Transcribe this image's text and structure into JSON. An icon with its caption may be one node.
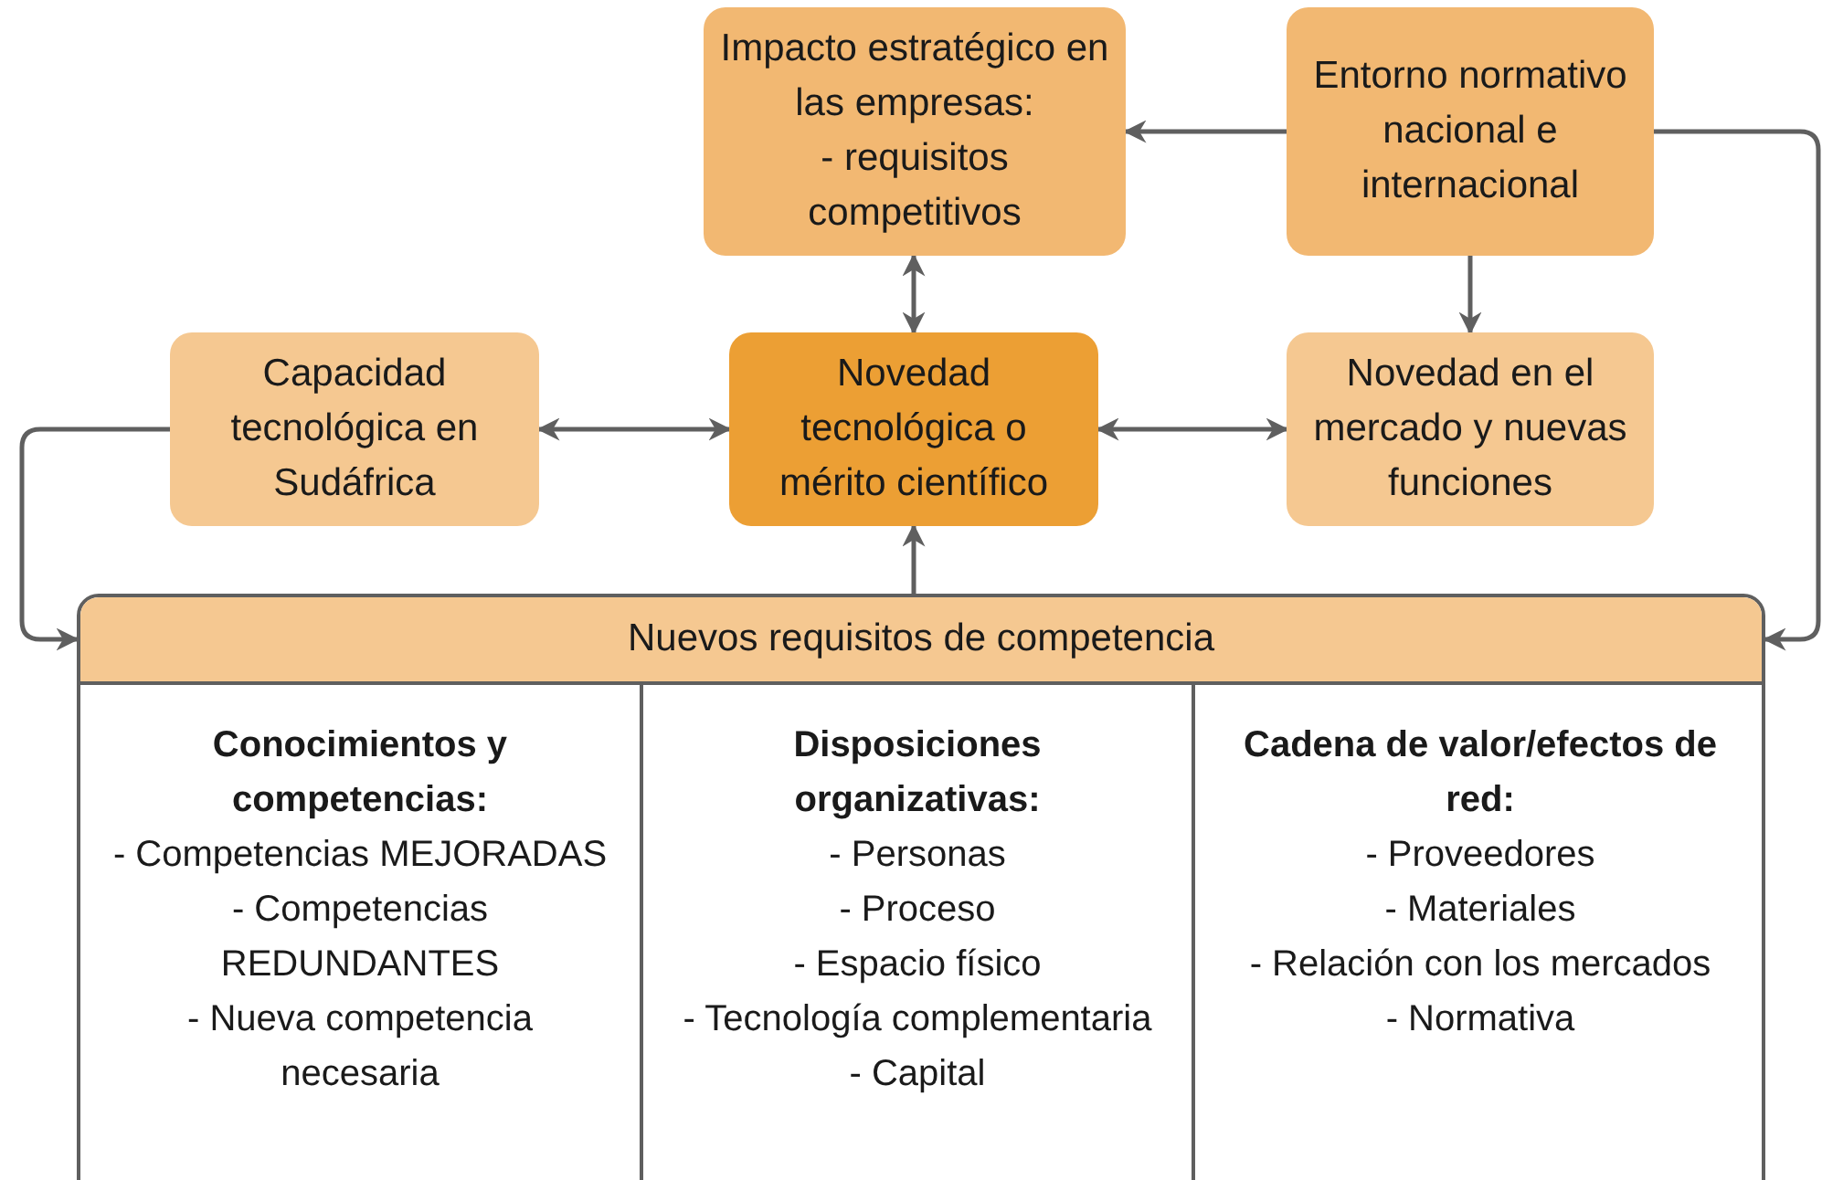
{
  "diagram": {
    "nodes": [
      {
        "text": [
          "Impacto estratégico en las empresas:",
          "- requisitos competitivos"
        ]
      },
      {
        "text": [
          "Entorno normativo nacional e internacional"
        ]
      },
      {
        "text": [
          "Capacidad tecnológica en Sudáfrica"
        ]
      },
      {
        "text": [
          "Novedad tecnológica o mérito científico"
        ]
      },
      {
        "text": [
          "Novedad en el mercado y nuevas funciones"
        ]
      },
      {
        "text": [
          "Nuevos requisitos de competencia"
        ]
      },
      {
        "text": [
          "Conocimientos y competencias:",
          "- Competencias MEJORADAS",
          "- Competencias REDUNDANTES",
          "- Nueva competencia necesaria"
        ],
        "in": 5
      },
      {
        "text": [
          "Disposiciones organizativas:",
          "- Personas",
          "- Proceso",
          "- Espacio físico",
          "- Tecnología complementaria",
          "- Capital"
        ],
        "in": 5
      },
      {
        "text": [
          "Cadena de valor/efectos de red:",
          "- Proveedores",
          "- Materiales",
          "- Relación con los mercados",
          "- Normativa"
        ],
        "in": 5
      }
    ],
    "edges": [
      {
        "from": 1,
        "to": 0,
        "arrow": "to"
      },
      {
        "from": 1,
        "to": 4,
        "arrow": "to"
      },
      {
        "from": 1,
        "to": 5,
        "arrow": "to"
      },
      {
        "from": 0,
        "to": 3,
        "arrow": "both"
      },
      {
        "from": 2,
        "to": 3,
        "arrow": "both"
      },
      {
        "from": 3,
        "to": 4,
        "arrow": "both"
      },
      {
        "from": 5,
        "to": 3,
        "arrow": "to"
      },
      {
        "from": 2,
        "to": 5,
        "arrow": "to"
      }
    ]
  }
}
